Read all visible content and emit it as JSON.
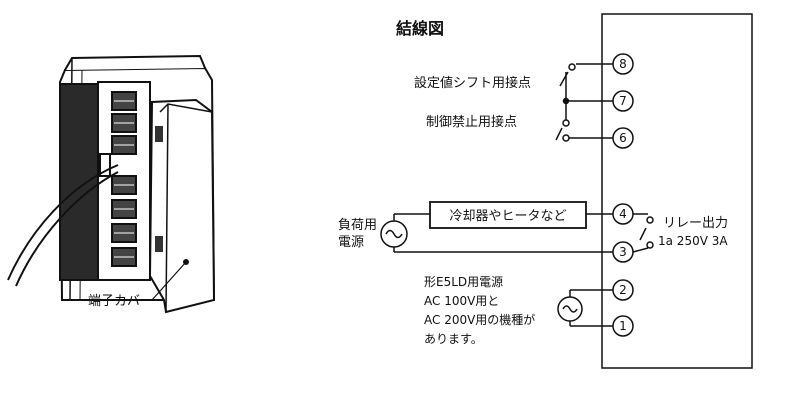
{
  "diagram": {
    "title": "結線図",
    "device_label": "端子カバー",
    "terminals": [
      {
        "number": "8"
      },
      {
        "number": "7"
      },
      {
        "number": "6"
      },
      {
        "number": "4"
      },
      {
        "number": "3"
      },
      {
        "number": "2"
      },
      {
        "number": "1"
      }
    ],
    "contact_setpoint_shift": "設定値シフト用接点",
    "contact_control_inhibit": "制御禁止用接点",
    "load_box": "冷却器やヒータなど",
    "load_power_line1": "負荷用",
    "load_power_line2": "電源",
    "relay_output_line1": "リレー出力",
    "relay_output_line2": "1a  250V  3A",
    "supply_note": [
      "形E5LD用電源",
      "AC 100V用と",
      "AC 200V用の機種が",
      "あります。"
    ]
  }
}
